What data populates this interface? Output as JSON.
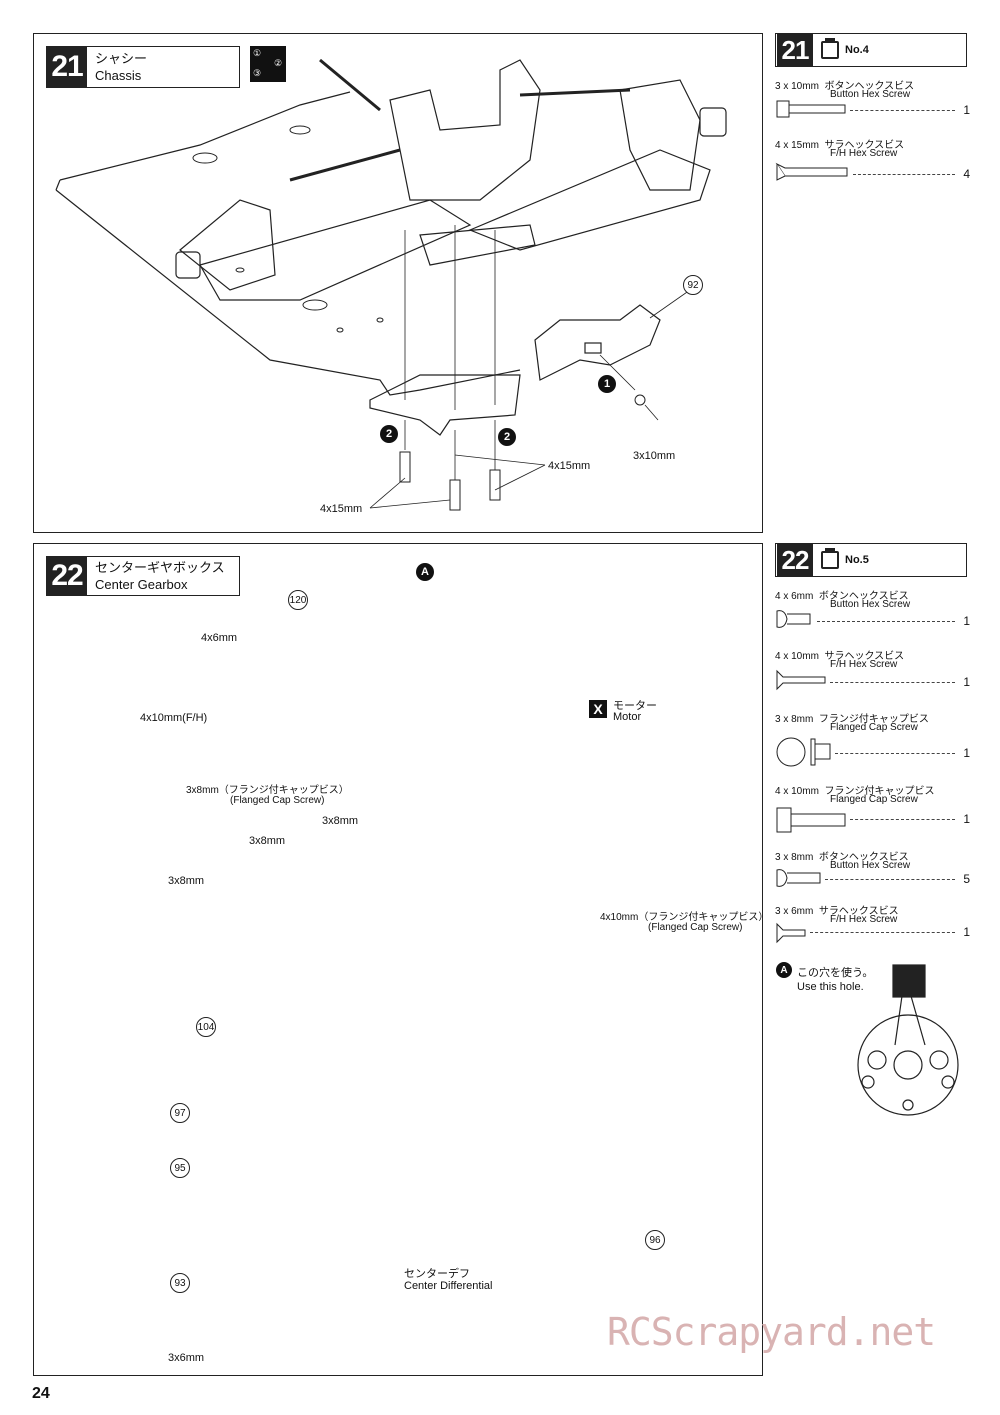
{
  "step21": {
    "number": "21",
    "title_jp": "シャシー",
    "title_en": "Chassis",
    "order_icon": [
      "①",
      "②",
      "③"
    ],
    "parts": [
      {
        "ref": "92"
      }
    ],
    "markers": [
      "1",
      "2",
      "2"
    ],
    "labels": {
      "screw_1": "3x10mm",
      "screw_2a": "4x15mm",
      "screw_2b": "4x15mm"
    },
    "side": {
      "number": "21",
      "bag": "No.4",
      "screws": [
        {
          "size": "3 x 10mm",
          "jp": "ボタンヘックスビス",
          "en": "Button Hex Screw",
          "qty": "1"
        },
        {
          "size": "4 x 15mm",
          "jp": "サラヘックスビス",
          "en": "F/H Hex Screw",
          "qty": "4"
        }
      ]
    }
  },
  "step22": {
    "number": "22",
    "title_jp": "センターギヤボックス",
    "title_en": "Center Gearbox",
    "marker_a": "A",
    "motor": {
      "tag": "X",
      "jp": "モーター",
      "en": "Motor"
    },
    "parts_refs": [
      "120",
      "104",
      "97",
      "95",
      "93",
      "96"
    ],
    "labels": {
      "top_4x6": "4x6mm",
      "top_4x10": "4x10mm(F/H)",
      "flanged_3x8_jp": "3x8mm（フランジ付キャップビス）",
      "flanged_3x8_en": "(Flanged Cap Screw)",
      "s3x8_a": "3x8mm",
      "s3x8_b": "3x8mm",
      "s3x8_c": "3x8mm",
      "flanged_4x10_jp": "4x10mm（フランジ付キャップビス）",
      "flanged_4x10_en": "(Flanged Cap Screw)",
      "diff_jp": "センターデフ",
      "diff_en": "Center Differential",
      "s3x6": "3x6mm"
    },
    "side": {
      "number": "22",
      "bag": "No.5",
      "screws": [
        {
          "size": "4 x 6mm",
          "jp": "ボタンヘックスビス",
          "en": "Button Hex Screw",
          "qty": "1"
        },
        {
          "size": "4 x 10mm",
          "jp": "サラヘックスビス",
          "en": "F/H Hex Screw",
          "qty": "1"
        },
        {
          "size": "3 x 8mm",
          "jp": "フランジ付キャップビス",
          "en": "Flanged Cap Screw",
          "qty": "1"
        },
        {
          "size": "4 x 10mm",
          "jp": "フランジ付キャップビス",
          "en": "Flanged Cap Screw",
          "qty": "1"
        },
        {
          "size": "3 x 8mm",
          "jp": "ボタンヘックスビス",
          "en": "Button Hex Screw",
          "qty": "5"
        },
        {
          "size": "3 x 6mm",
          "jp": "サラヘックスビス",
          "en": "F/H Hex Screw",
          "qty": "1"
        }
      ],
      "note_marker": "A",
      "note_jp": "この穴を使う。",
      "note_en": "Use this hole."
    }
  },
  "page_number": "24",
  "watermark": "RCScrapyard.net"
}
